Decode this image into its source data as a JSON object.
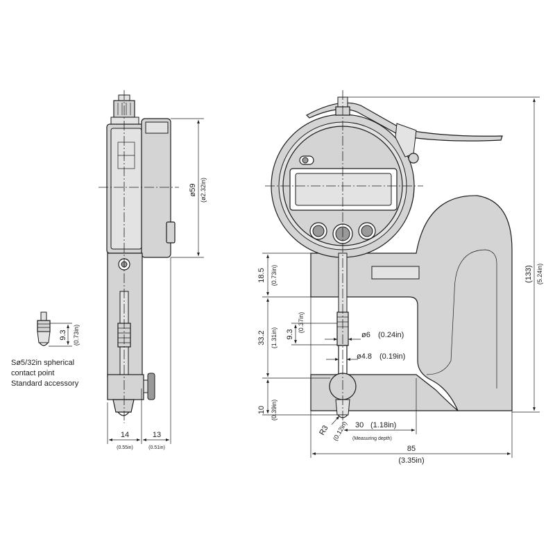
{
  "side_view": {
    "dial_diameter": "ø59",
    "dial_diameter_in": "(ø2.32in)",
    "width_a": "14",
    "width_a_in": "(0.55in)",
    "width_b": "13",
    "width_b_in": "(0.51in)"
  },
  "accessory": {
    "height": "9.3",
    "height_in": "(0.73in)",
    "line1": "Sø5/32in spherical",
    "line2": "contact point",
    "line3": "Standard accessory"
  },
  "front_view": {
    "total_height": "(133)",
    "total_height_in": "(5.24in)",
    "upper_gap": "18.5",
    "upper_gap_in": "(0.73in)",
    "throat_height": "33.2",
    "throat_height_in": "(1.31in)",
    "spindle_travel": "9.3",
    "spindle_travel_in": "(0.37in)",
    "spindle_dia": "ø6",
    "spindle_dia_in": "(0.24in)",
    "tip_dia": "ø4.8",
    "tip_dia_in": "(0.19in)",
    "anvil_height": "10",
    "anvil_height_in": "(0.39in)",
    "radius": "R3",
    "radius_in": "(0.12in)",
    "depth": "30",
    "depth_in": "(1.18in)",
    "depth_note": "(Measuring depth)",
    "total_width": "85",
    "total_width_in": "(3.35in)"
  }
}
